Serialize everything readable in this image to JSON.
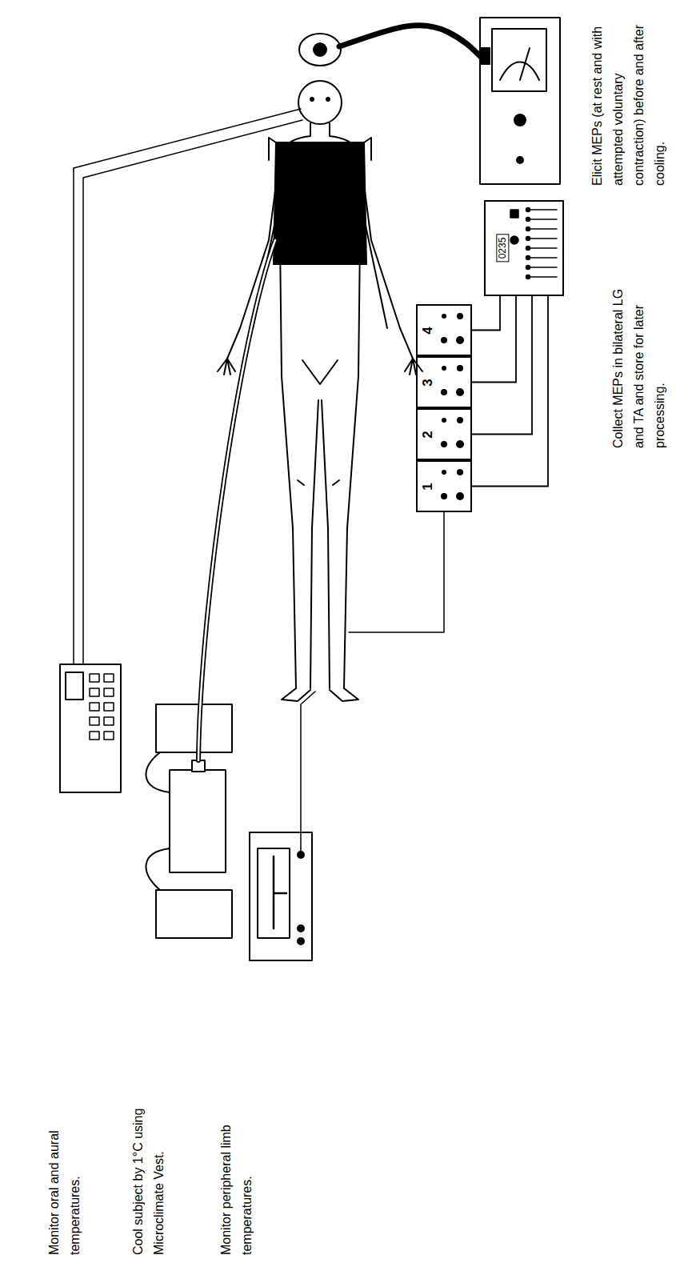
{
  "diagram": {
    "nodes": [
      {
        "text": [
          "0235"
        ]
      },
      {
        "text": [
          "1"
        ]
      },
      {
        "text": [
          "2"
        ]
      },
      {
        "text": [
          "3"
        ]
      },
      {
        "text": [
          "4"
        ]
      }
    ],
    "edges": [
      {
        "from": 1,
        "to": 0,
        "arrow": "none"
      },
      {
        "from": 2,
        "to": 0,
        "arrow": "none"
      },
      {
        "from": 3,
        "to": 0,
        "arrow": "none"
      },
      {
        "from": 4,
        "to": 0,
        "arrow": "none"
      }
    ],
    "labels": [
      "Monitor oral and aural temperatures.",
      "Cool subject by 1°C using Microclimate Vest.",
      "Monitor peripheral limb temperatures.",
      "Elicit MEPs (at rest and with attempted voluntary contraction) before and after cooling.",
      "Collect MEPs in bilateral LG and TA and store for later processing."
    ]
  }
}
